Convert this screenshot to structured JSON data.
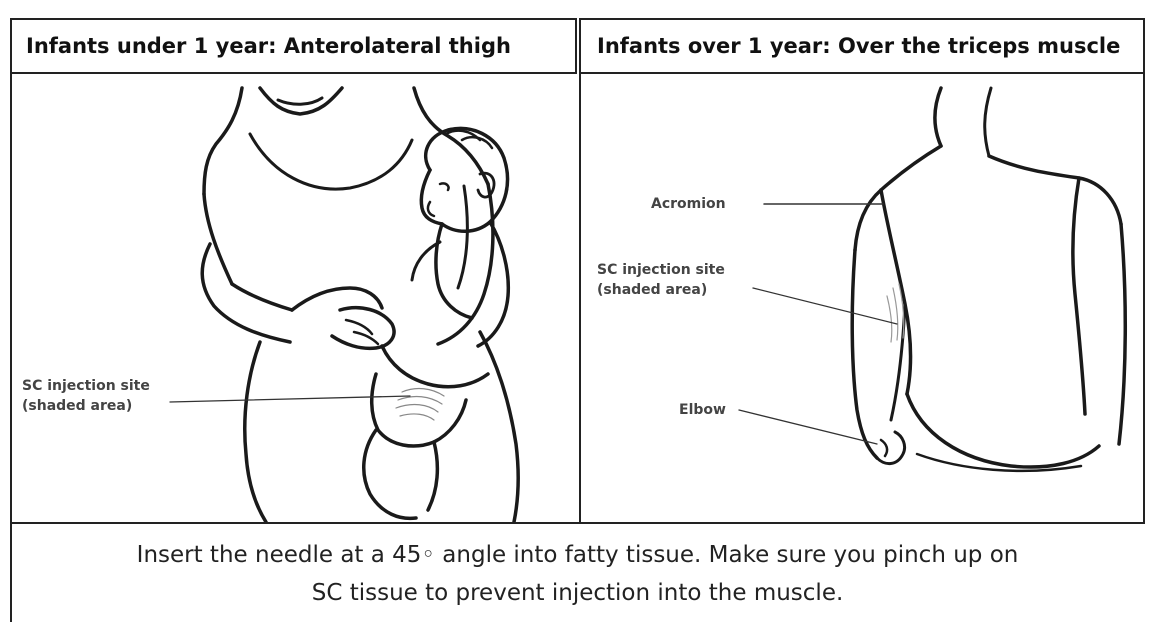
{
  "left_panel": {
    "heading": "Infants under 1 year:  Anterolateral thigh",
    "label_injection_site_line1": "SC injection site",
    "label_injection_site_line2": "(shaded area)"
  },
  "right_panel": {
    "heading": "Infants over 1 year:  Over the triceps muscle",
    "label_acromion": "Acromion",
    "label_injection_site_line1": "SC injection site",
    "label_injection_site_line2": "(shaded area)",
    "label_elbow": "Elbow"
  },
  "caption": {
    "line1": "Insert the needle at a 45◦ angle into fatty tissue.  Make sure you pinch up on",
    "line2": "SC tissue to prevent injection into the muscle."
  }
}
